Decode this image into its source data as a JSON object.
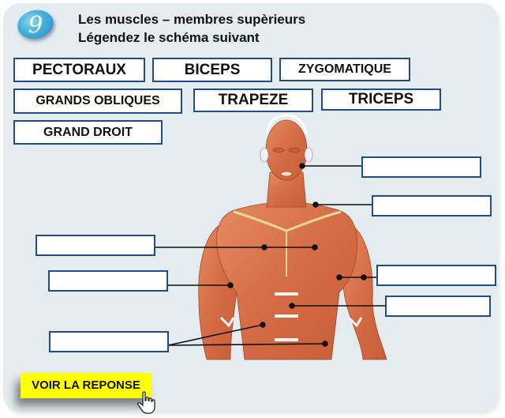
{
  "exercise": {
    "number": "9",
    "title_line1": "Les muscles – membres supèrieurs",
    "title_line2": "Légendez le schéma suivant"
  },
  "word_bank": [
    {
      "id": "pectoraux",
      "label": "PECTORAUX"
    },
    {
      "id": "biceps",
      "label": "BICEPS"
    },
    {
      "id": "zygomatique",
      "label": "ZYGOMATIQUE"
    },
    {
      "id": "grands-obliques",
      "label": "GRANDS OBLIQUES"
    },
    {
      "id": "trapeze",
      "label": "TRAPEZE"
    },
    {
      "id": "triceps",
      "label": "TRICEPS"
    },
    {
      "id": "grand-droit",
      "label": "GRAND DROIT"
    }
  ],
  "blanks": [
    {
      "id": "blank-face",
      "value": "",
      "placeholder": ""
    },
    {
      "id": "blank-neck",
      "value": "",
      "placeholder": ""
    },
    {
      "id": "blank-chest",
      "value": "",
      "placeholder": ""
    },
    {
      "id": "blank-left-arm",
      "value": "",
      "placeholder": ""
    },
    {
      "id": "blank-right-arm",
      "value": "",
      "placeholder": ""
    },
    {
      "id": "blank-abdomen",
      "value": "",
      "placeholder": ""
    },
    {
      "id": "blank-sides",
      "value": "",
      "placeholder": ""
    }
  ],
  "actions": {
    "show_answer_label": "VOIR LA REPONSE"
  },
  "colors": {
    "panel_bg": "#e4ecf0",
    "box_border": "#1f4e86",
    "button_bg": "#ffff00",
    "muscle": "#d9704a",
    "badge": "#43aedb"
  }
}
